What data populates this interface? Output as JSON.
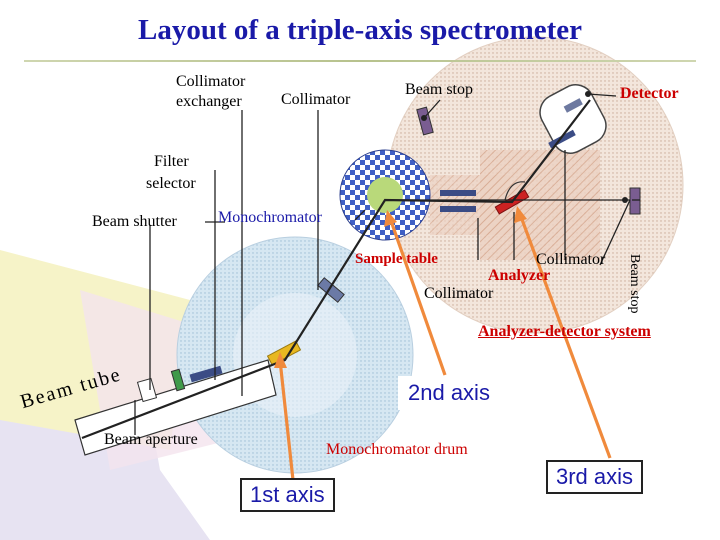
{
  "title": "Layout of a triple-axis spectrometer",
  "labels": {
    "collimator_exchanger_1": "Collimator",
    "collimator_exchanger_2": "exchanger",
    "collimator": "Collimator",
    "beam_stop_top": "Beam stop",
    "detector": "Detector",
    "filter_selector_1": "Filter",
    "filter_selector_2": "selector",
    "beam_shutter": "Beam shutter",
    "monochromator": "Monochromator",
    "sample_table": "Sample table",
    "collimator_analyzer": "Collimator",
    "analyzer": "Analyzer",
    "collimator_sample": "Collimator",
    "beam_stop_side": "Beam stop",
    "analyzer_detector_system": "Analyzer-detector system",
    "beam_tube": "Beam tube",
    "beam_aperture": "Beam aperture",
    "monochromator_drum": "Monochromator drum"
  },
  "axes": {
    "first": "1st axis",
    "second": "2nd axis",
    "third": "3rd axis"
  },
  "colors": {
    "title": "#1a1aa8",
    "red_label": "#cc0000",
    "arrow_orange": "#f08a3c",
    "beam_line": "#222222",
    "drum_blue": "#cfe1ee",
    "analyzer_disc": "#f4e8df",
    "reactor_yellow": "#f5f2c8",
    "reactor_purple": "#e7e3f2"
  }
}
